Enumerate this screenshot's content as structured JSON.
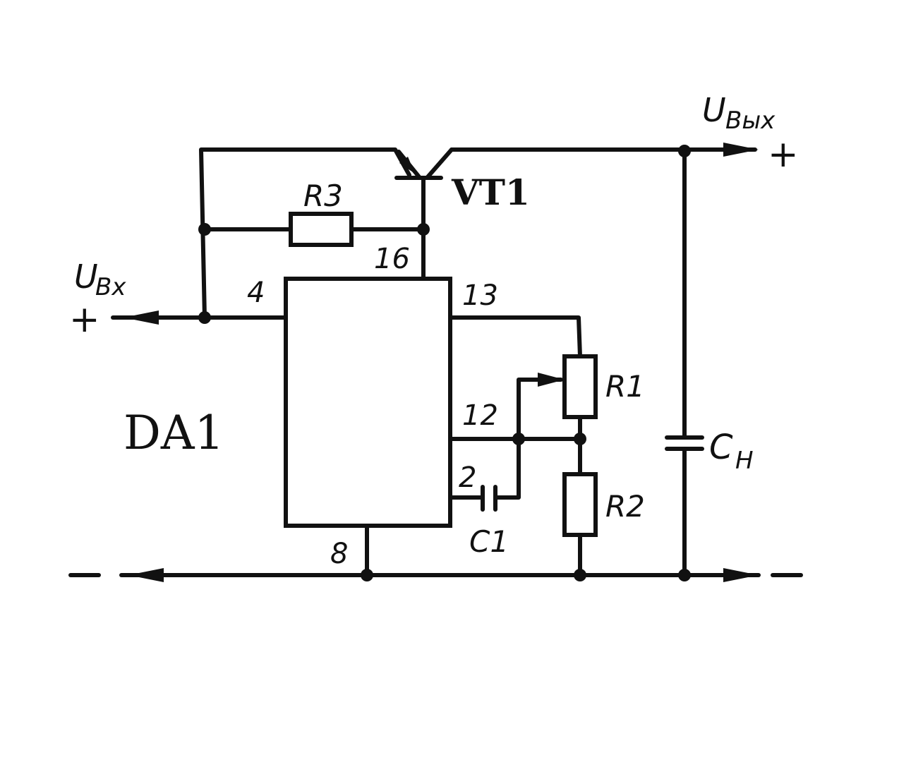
{
  "diagram": {
    "colors": {
      "ink": "#111111",
      "paper": "#ffffff"
    },
    "labels": {
      "u_in": "U",
      "u_in_sub": "Вх",
      "u_out": "U",
      "u_out_sub": "Вых",
      "plus_in": "+",
      "plus_out": "+",
      "vt1": "VT1",
      "da1": "DA1",
      "r1": "R1",
      "r2": "R2",
      "r3": "R3",
      "c1": "C1",
      "cn": "C",
      "cn_sub": "Н"
    },
    "pins": {
      "p4": "4",
      "p16": "16",
      "p13": "13",
      "p12": "12",
      "p2": "2",
      "p8": "8"
    }
  }
}
